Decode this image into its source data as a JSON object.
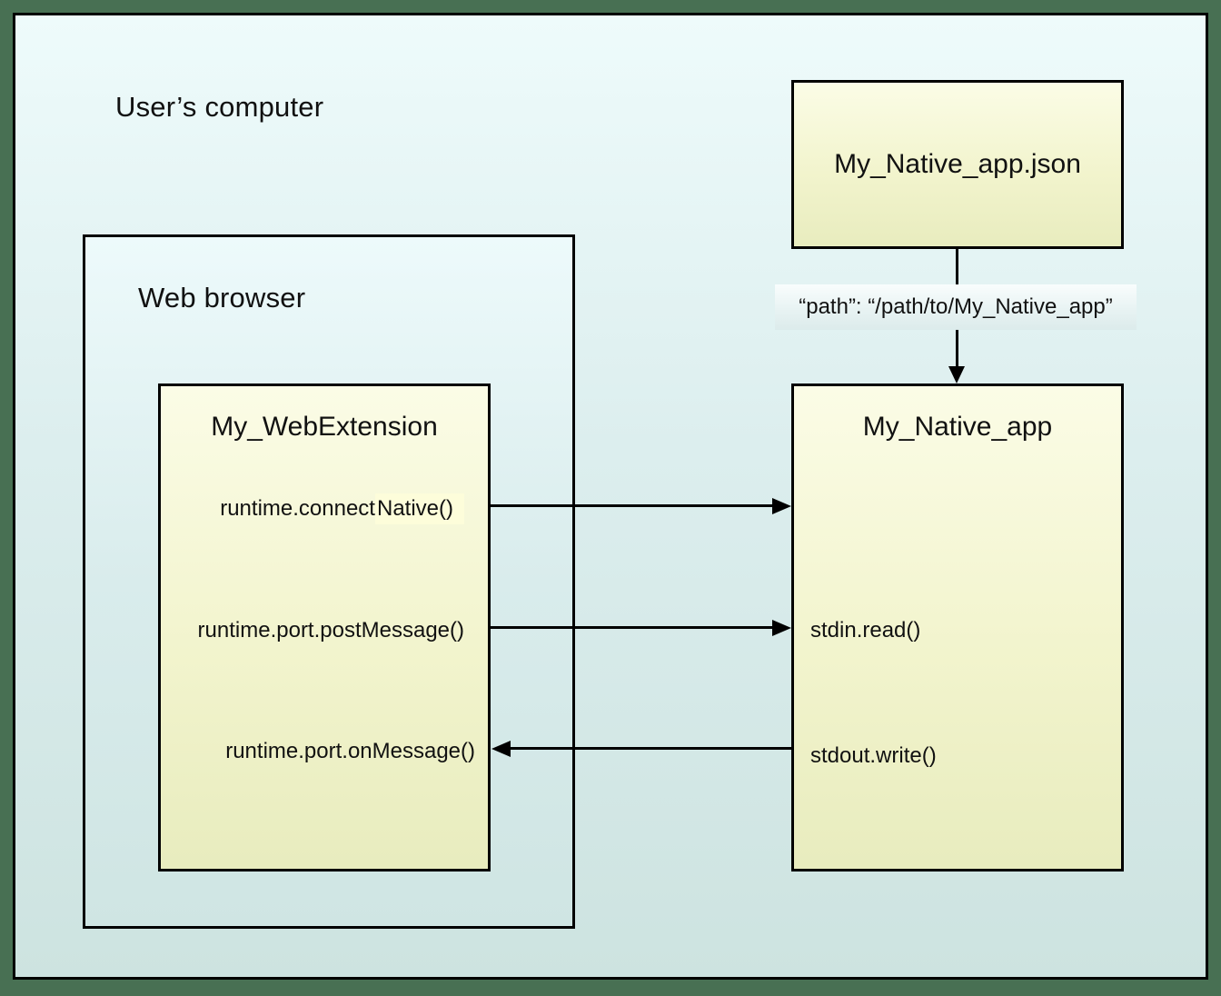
{
  "colors": {
    "frame_green": "#487053",
    "canvas_gradient_top": "#eefbfb",
    "canvas_gradient_bottom": "#cde3e0",
    "yellow_box_top": "#fbfce6",
    "yellow_box_bottom": "#e8ecbe",
    "highlight_yellow": "#fdfdda",
    "border_black": "#000000",
    "text": "#111111"
  },
  "users_computer": {
    "label": "User’s computer"
  },
  "web_browser": {
    "label": "Web browser"
  },
  "web_extension": {
    "title": "My_WebExtension",
    "connect_prefix": "runtime.connect",
    "connect_highlight": "Native()",
    "post_message": "runtime.port.postMessage()",
    "on_message": "runtime.port.onMessage()"
  },
  "native_app_json": {
    "title": "My_Native_app.json"
  },
  "path_annotation": {
    "text": "“path”: “/path/to/My_Native_app”"
  },
  "native_app": {
    "title": "My_Native_app",
    "stdin": "stdin.read()",
    "stdout": "stdout.write()"
  }
}
